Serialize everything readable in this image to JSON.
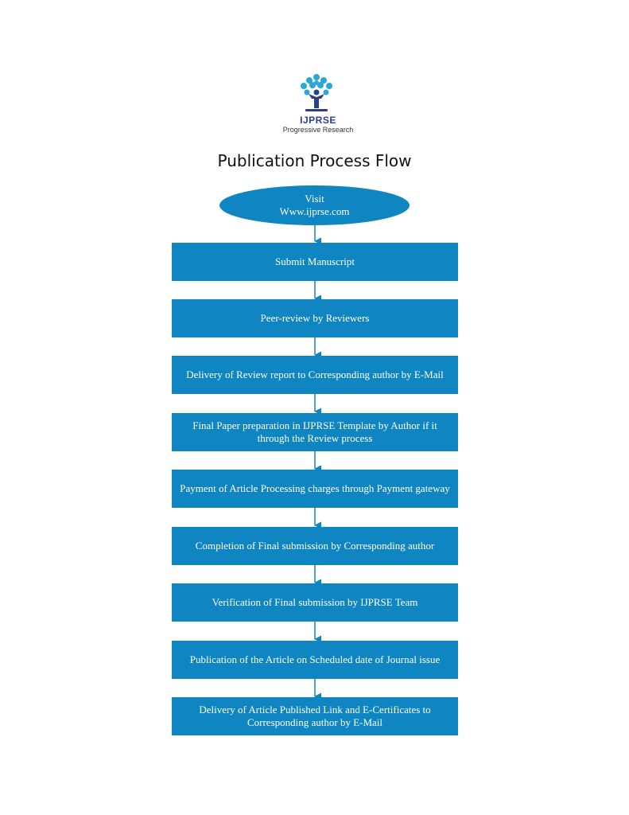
{
  "logo": {
    "name": "IJPRSE",
    "tagline": "Progressive Research",
    "colors": {
      "tree": "#2aa6d9",
      "figure": "#2a3f8f"
    }
  },
  "title": "Publication Process Flow",
  "colors": {
    "box": "#0f86c1",
    "arrow": "#0f86c1",
    "text": "#ffffff"
  },
  "start": {
    "line1": "Visit",
    "line2": "Www.ijprse.com"
  },
  "steps": [
    {
      "label": "Submit Manuscript"
    },
    {
      "label": "Peer-review by Reviewers"
    },
    {
      "label": "Delivery of Review report to Corresponding author by E-Mail"
    },
    {
      "label": "Final Paper preparation in IJPRSE Template by Author if it through the Review process"
    },
    {
      "label": "Payment of Article Processing charges through Payment gateway"
    },
    {
      "label": "Completion of Final submission by Corresponding author"
    },
    {
      "label": "Verification of Final submission by IJPRSE Team"
    },
    {
      "label": "Publication of the Article on Scheduled date of Journal issue"
    },
    {
      "label": "Delivery of Article Published Link and E-Certificates to Corresponding author by E-Mail"
    }
  ]
}
